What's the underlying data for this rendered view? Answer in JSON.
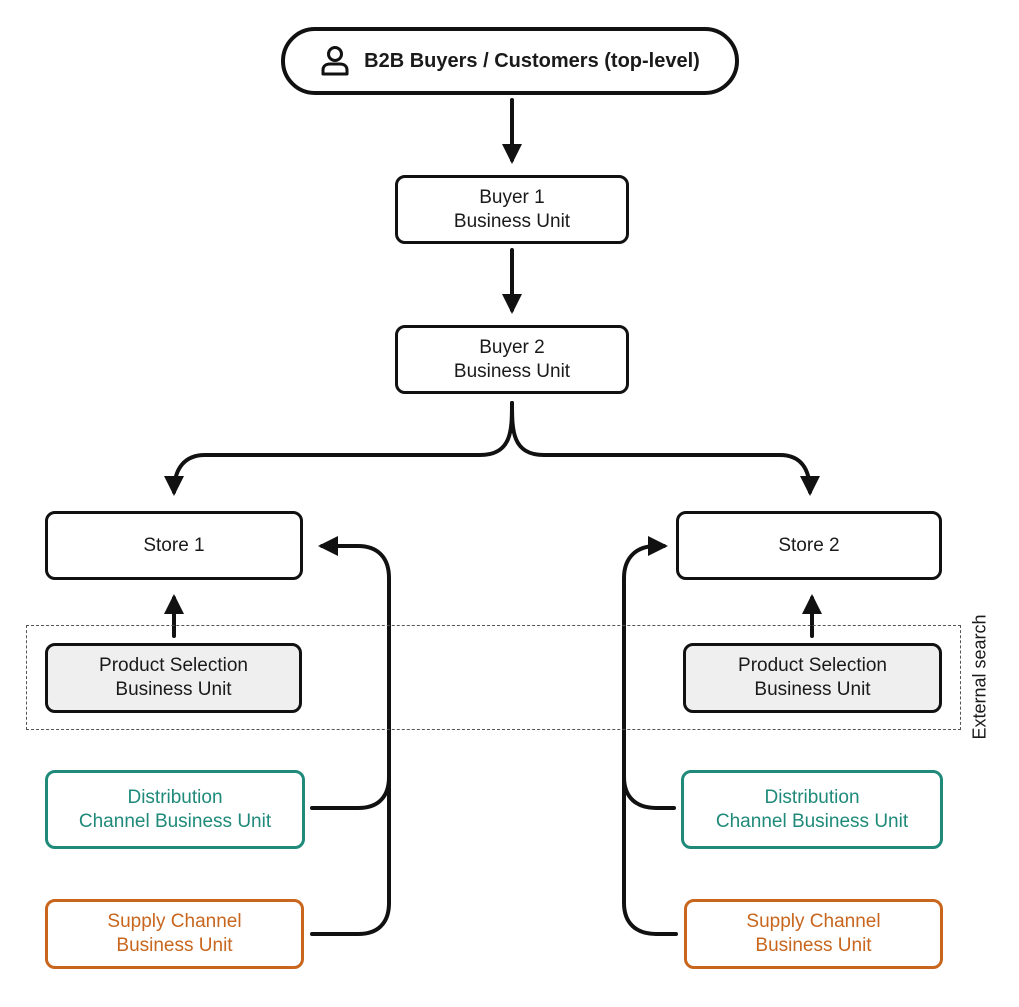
{
  "diagram": {
    "top_node": {
      "label": "B2B Buyers / Customers (top-level)",
      "icon": "person-icon"
    },
    "buyer1": {
      "label": "Buyer 1\nBusiness Unit"
    },
    "buyer2": {
      "label": "Buyer 2\nBusiness Unit"
    },
    "store1": {
      "label": "Store 1"
    },
    "store2": {
      "label": "Store 2"
    },
    "product_selection_left": {
      "label": "Product Selection\nBusiness Unit"
    },
    "product_selection_right": {
      "label": "Product Selection\nBusiness Unit"
    },
    "distribution_left": {
      "label": "Distribution\nChannel Business Unit"
    },
    "distribution_right": {
      "label": "Distribution\nChannel Business Unit"
    },
    "supply_left": {
      "label": "Supply Channel\nBusiness Unit"
    },
    "supply_right": {
      "label": "Supply Channel\nBusiness Unit"
    },
    "external_search_label": "External search",
    "colors": {
      "distribution": "#1f8a7a",
      "supply": "#c8661e",
      "product_selection_fill": "#efefef",
      "line": "#111111"
    }
  }
}
